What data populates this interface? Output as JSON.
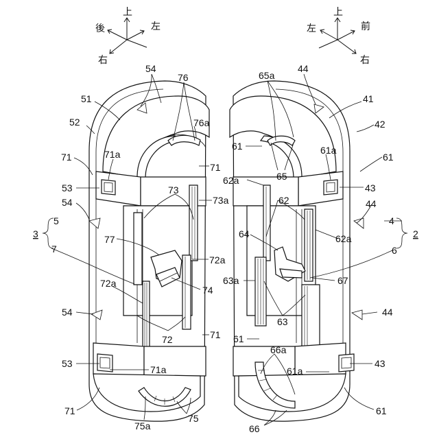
{
  "axes_left": {
    "up": "上",
    "left": "後",
    "back_right_up": "左",
    "down_left": "右"
  },
  "axes_right": {
    "up": "上",
    "left": "左",
    "right_up": "前",
    "down_right": "右"
  },
  "left_part": {
    "labels": {
      "n54_top": "54",
      "n76": "76",
      "n51": "51",
      "n52": "52",
      "n76a": "76a",
      "n71_upper_left": "71",
      "n71a_upper": "71a",
      "n71_upper_right": "71",
      "n53_upper": "53",
      "n73": "73",
      "n73a": "73a",
      "n54_mid": "54",
      "n5": "5",
      "n3": "3",
      "n7": "7",
      "n77": "77",
      "n72a_right": "72a",
      "n74": "74",
      "n72a_left": "72a",
      "n54_lower": "54",
      "n72": "72",
      "n71_lower_right": "71",
      "n53_lower": "53",
      "n71a_lower": "71a",
      "n71_bottom": "71",
      "n75a": "75a",
      "n75": "75"
    }
  },
  "right_part": {
    "labels": {
      "n65a": "65a",
      "n44_top": "44",
      "n41": "41",
      "n42": "42",
      "n61_upper_left": "61",
      "n61a_upper": "61a",
      "n61_upper_right": "61",
      "n65": "65",
      "n62a_top": "62a",
      "n43_upper": "43",
      "n62": "62",
      "n44_mid": "44",
      "n4": "4",
      "n2": "2",
      "n62a_right": "62a",
      "n64": "64",
      "n6": "6",
      "n63a": "63a",
      "n67": "67",
      "n44_lower": "44",
      "n63": "63",
      "n61_mid": "61",
      "n66a": "66a",
      "n43_lower": "43",
      "n61a_lower": "61a",
      "n61_bottom": "61",
      "n66": "66"
    }
  }
}
